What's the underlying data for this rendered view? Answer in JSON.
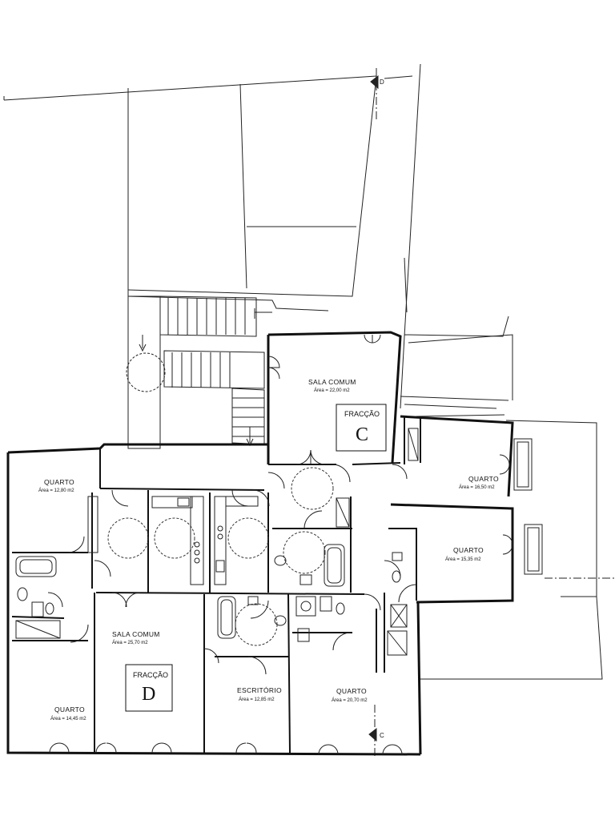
{
  "rooms": {
    "sala_c": {
      "name": "SALA COMUM",
      "area": "Área = 22,00 m2"
    },
    "quarto_nw": {
      "name": "QUARTO",
      "area": "Área = 12,80 m2"
    },
    "quarto_e1": {
      "name": "QUARTO",
      "area": "Área = 16,50 m2"
    },
    "quarto_e2": {
      "name": "QUARTO",
      "area": "Área = 15,35 m2"
    },
    "sala_d": {
      "name": "SALA COMUM",
      "area": "Área = 25,70 m2"
    },
    "quarto_sw": {
      "name": "QUARTO",
      "area": "Área = 14,45 m2"
    },
    "escritorio": {
      "name": "ESCRITÓRIO",
      "area": "Área = 12,85 m2"
    },
    "quarto_s": {
      "name": "QUARTO",
      "area": "Área = 20,70 m2"
    }
  },
  "fractions": {
    "c": {
      "word": "FRACÇÃO",
      "letter": "C"
    },
    "d": {
      "word": "FRACÇÃO",
      "letter": "D"
    }
  },
  "section_marks": {
    "top": "D",
    "bottom": "C"
  },
  "colors": {
    "ink": "#111111",
    "paper": "#ffffff"
  }
}
